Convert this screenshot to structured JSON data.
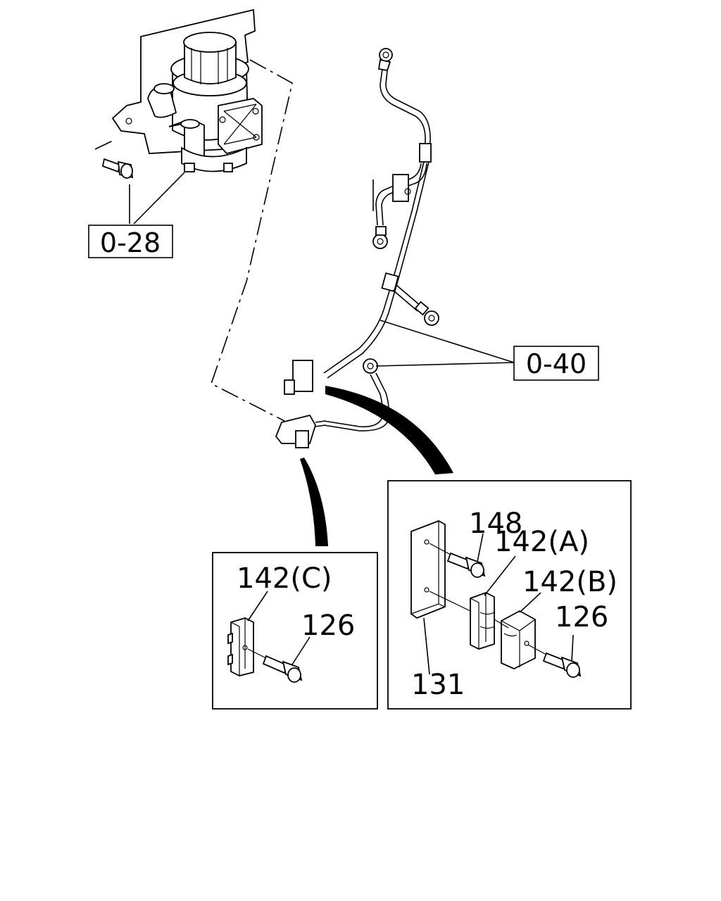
{
  "references": [
    {
      "id": "ref-0-28",
      "text": "0-28"
    },
    {
      "id": "ref-0-40",
      "text": "0-40"
    }
  ],
  "callouts": {
    "c148": "148",
    "c142a": "142(A)",
    "c142b": "142(B)",
    "c126_right": "126",
    "c131": "131",
    "c142c": "142(C)",
    "c126_left": "126"
  },
  "colors": {
    "line": "#000000",
    "background": "#ffffff"
  }
}
